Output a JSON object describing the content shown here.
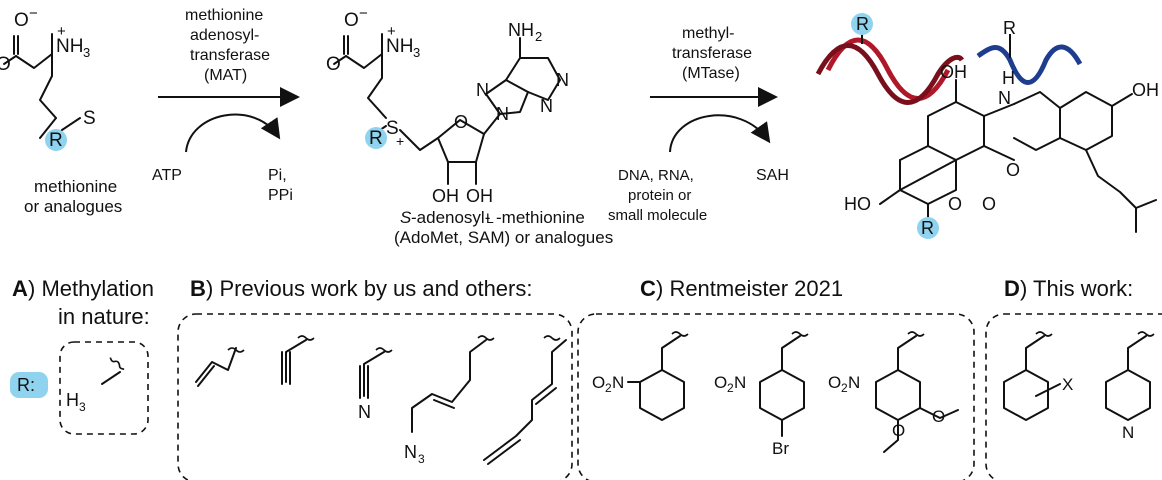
{
  "reaction": {
    "reactant_label": [
      "methionine",
      "or analogues"
    ],
    "mat_label": [
      "methionine",
      "adenosyl-",
      "transferase",
      "(MAT)"
    ],
    "mat_in": "ATP",
    "mat_out": [
      "Pi,",
      "PPi"
    ],
    "product_label": [
      "-adenosyl-",
      "-methionine",
      "(AdoMet, SAM) or analogues"
    ],
    "product_label_prefix": [
      "S",
      "L"
    ],
    "mtase_label": [
      "methyl-",
      "transferase",
      "(MTase)"
    ],
    "mtase_in": [
      "DNA, RNA,",
      "protein or",
      "small molecule"
    ],
    "mtase_out": "SAH",
    "atoms": {
      "o_minus": "O",
      "charge_minus": "−",
      "charge_plus": "+",
      "nh3": "NH",
      "sub3": "3",
      "s": "S",
      "r": "R",
      "o": "O",
      "n": "N",
      "nh2": "NH",
      "sub2": "2",
      "oh": "OH",
      "h": "H",
      "ho": "HO",
      "x": "X"
    }
  },
  "panels": {
    "a_title": [
      "A",
      ") Methylation",
      "in nature:"
    ],
    "b_title": [
      "B",
      ") Previous work by us and others:"
    ],
    "c_title": [
      "C",
      ") Rentmeister 2021"
    ],
    "d_title": [
      "D",
      ") This work:"
    ],
    "r_key": "R:",
    "methyl": "H",
    "substituents": {
      "o2n": "O",
      "o2n_sub": "2",
      "o2n_n": "N",
      "br": "Br",
      "n3": "N",
      "n3_sub": "3"
    }
  },
  "colors": {
    "r_highlight": "#8fd3ef",
    "dna_red": "#b0182a",
    "dna_blue": "#1f3d8f",
    "ink": "#111111"
  }
}
